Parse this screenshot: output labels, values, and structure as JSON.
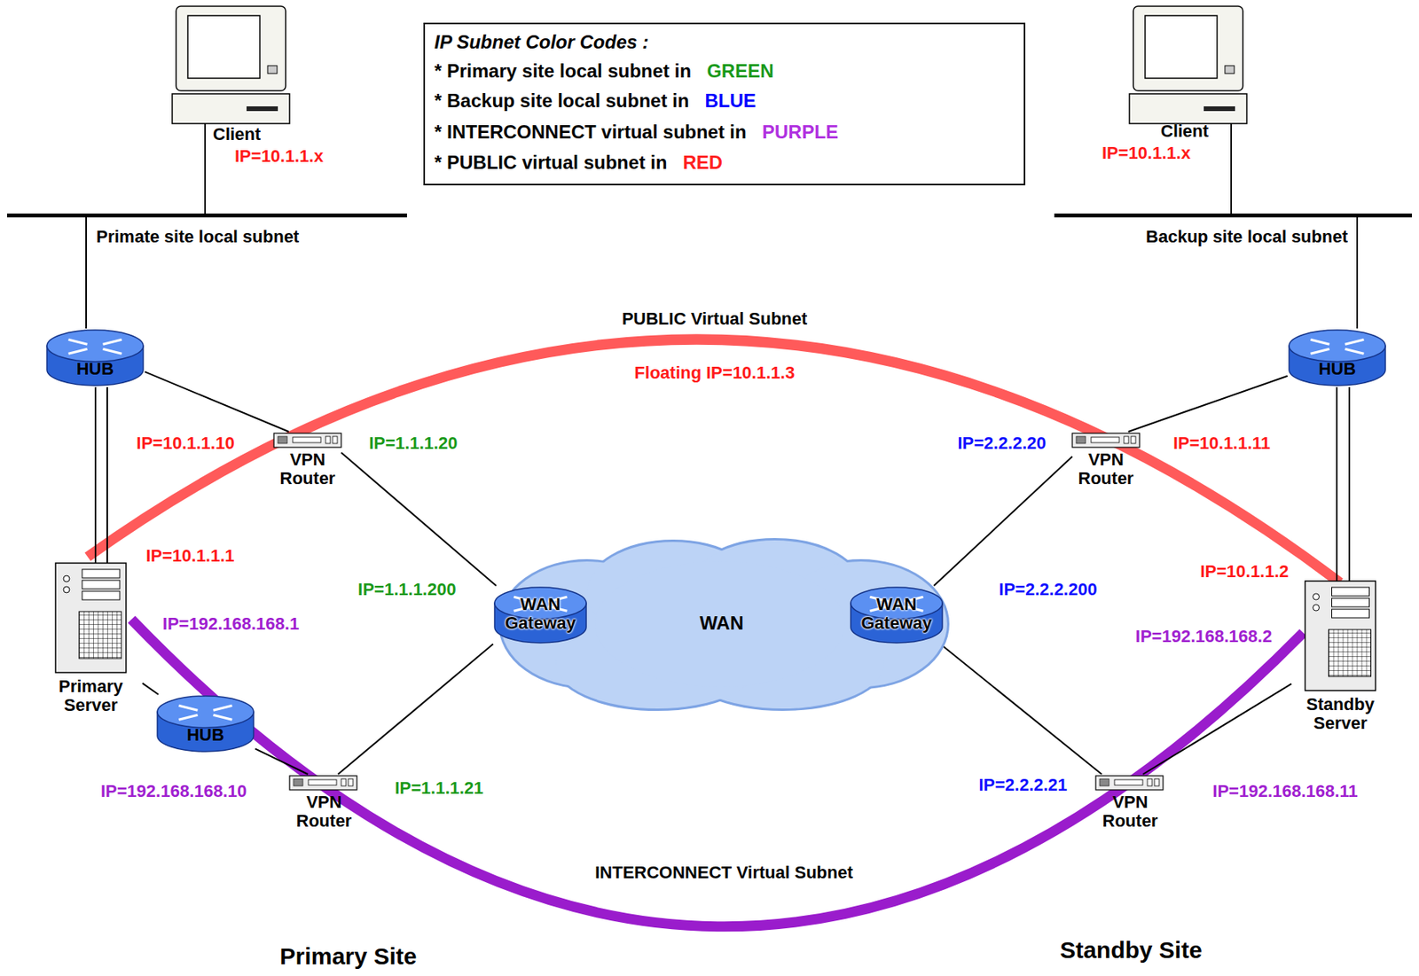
{
  "diagram": {
    "nodes": [
      {
        "text": [
          "Client",
          "IP=10.1.1.x"
        ]
      },
      {
        "text": [
          "Client",
          "IP=10.1.1.x"
        ]
      },
      {
        "text": [
          "Primate site local subnet"
        ]
      },
      {
        "text": [
          "Backup site local subnet"
        ]
      },
      {
        "text": [
          "HUB"
        ]
      },
      {
        "text": [
          "VPN Router"
        ]
      },
      {
        "text": [
          "HUB"
        ]
      },
      {
        "text": [
          "VPN Router"
        ]
      },
      {
        "text": [
          "Primary Server"
        ]
      },
      {
        "text": [
          "WAN"
        ]
      },
      {
        "text": [
          "WAN Gateway"
        ],
        "in": 9
      },
      {
        "text": [
          "WAN Gateway"
        ],
        "in": 9
      },
      {
        "text": [
          "Standby Server"
        ]
      },
      {
        "text": [
          "HUB"
        ]
      },
      {
        "text": [
          "VPN Router"
        ]
      },
      {
        "text": [
          "VPN Router"
        ]
      }
    ],
    "edges": [
      {
        "from": 0,
        "to": 2,
        "arrow": "none"
      },
      {
        "from": 1,
        "to": 3,
        "arrow": "none"
      },
      {
        "from": 4,
        "to": 2,
        "arrow": "none"
      },
      {
        "from": 6,
        "to": 3,
        "arrow": "none"
      },
      {
        "from": 4,
        "to": 5,
        "arrow": "none"
      },
      {
        "from": 5,
        "to": 10,
        "arrow": "none"
      },
      {
        "from": 14,
        "to": 10,
        "arrow": "none"
      },
      {
        "from": 6,
        "to": 7,
        "arrow": "none"
      },
      {
        "from": 7,
        "to": 11,
        "arrow": "none"
      },
      {
        "from": 15,
        "to": 11,
        "arrow": "none"
      },
      {
        "from": 4,
        "to": 8,
        "arrow": "none"
      },
      {
        "from": 6,
        "to": 12,
        "arrow": "none"
      },
      {
        "from": 8,
        "to": 13,
        "arrow": "none"
      },
      {
        "from": 13,
        "to": 14,
        "arrow": "none"
      },
      {
        "from": 12,
        "to": 15,
        "arrow": "none"
      }
    ],
    "labels": [
      "IP Subnet Color Codes :",
      "GREEN",
      "BLUE",
      "PURPLE",
      "RED",
      "PUBLIC Virtual Subnet",
      "Floating IP=10.1.1.3",
      "IP=10.1.1.10",
      "IP=1.1.1.20",
      "IP=10.1.1.1",
      "IP=1.1.1.200",
      "IP=192.168.168.1",
      "IP=192.168.168.10",
      "IP=1.1.1.21",
      "IP=2.2.2.20",
      "IP=10.1.1.11",
      "IP=2.2.2.200",
      "IP=10.1.1.2",
      "IP=192.168.168.2",
      "IP=2.2.2.21",
      "IP=192.168.168.11",
      "INTERCONNECT Virtual Subnet",
      "Primary Site",
      "Standby Site"
    ],
    "legend": [
      {
        "text": "* Primary site local subnet in",
        "color": "#1a9a1a"
      },
      {
        "text": "* Backup site local subnet in",
        "color": "#0000ff"
      },
      {
        "text": "* INTERCONNECT virtual subnet in",
        "color": "#b030e0"
      },
      {
        "text": "* PUBLIC virtual subnet in",
        "color": "#ff2020"
      }
    ]
  }
}
